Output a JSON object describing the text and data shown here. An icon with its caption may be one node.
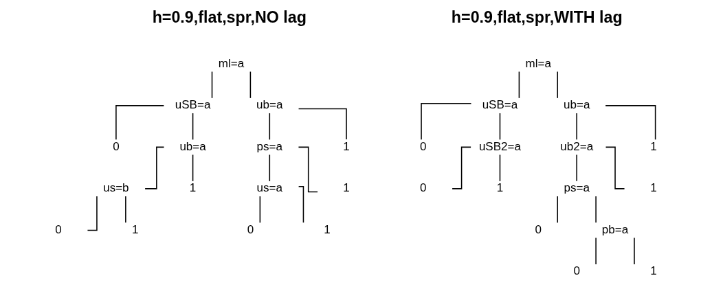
{
  "diagram": {
    "nodes": [
      {
        "text": [
          "ml=a"
        ]
      },
      {
        "text": [
          "uSB=a"
        ]
      },
      {
        "text": [
          "0"
        ]
      },
      {
        "text": [
          "ub=a"
        ]
      },
      {
        "text": [
          "us=b"
        ]
      },
      {
        "text": [
          "0"
        ]
      },
      {
        "text": [
          "1"
        ]
      },
      {
        "text": [
          "1"
        ]
      },
      {
        "text": [
          "ub=a"
        ]
      },
      {
        "text": [
          "ps=a"
        ]
      },
      {
        "text": [
          "us=a"
        ]
      },
      {
        "text": [
          "0"
        ]
      },
      {
        "text": [
          "1"
        ]
      },
      {
        "text": [
          "1"
        ]
      },
      {
        "text": [
          "1"
        ]
      },
      {
        "text": [
          "ml=a"
        ]
      },
      {
        "text": [
          "uSB=a"
        ]
      },
      {
        "text": [
          "0"
        ]
      },
      {
        "text": [
          "uSB2=a"
        ]
      },
      {
        "text": [
          "0"
        ]
      },
      {
        "text": [
          "1"
        ]
      },
      {
        "text": [
          "ub=a"
        ]
      },
      {
        "text": [
          "ub2=a"
        ]
      },
      {
        "text": [
          "ps=a"
        ]
      },
      {
        "text": [
          "0"
        ]
      },
      {
        "text": [
          "pb=a"
        ]
      },
      {
        "text": [
          "0"
        ]
      },
      {
        "text": [
          "1"
        ]
      },
      {
        "text": [
          "1"
        ]
      },
      {
        "text": [
          "1"
        ]
      }
    ],
    "edges": [
      {
        "from": 0,
        "to": 1,
        "arrow": "none"
      },
      {
        "from": 1,
        "to": 2,
        "arrow": "none"
      },
      {
        "from": 1,
        "to": 3,
        "arrow": "none"
      },
      {
        "from": 3,
        "to": 4,
        "arrow": "none"
      },
      {
        "from": 4,
        "to": 5,
        "arrow": "none"
      },
      {
        "from": 4,
        "to": 6,
        "arrow": "none"
      },
      {
        "from": 3,
        "to": 7,
        "arrow": "none"
      },
      {
        "from": 0,
        "to": 8,
        "arrow": "none"
      },
      {
        "from": 8,
        "to": 9,
        "arrow": "none"
      },
      {
        "from": 9,
        "to": 10,
        "arrow": "none"
      },
      {
        "from": 10,
        "to": 11,
        "arrow": "none"
      },
      {
        "from": 10,
        "to": 12,
        "arrow": "none"
      },
      {
        "from": 9,
        "to": 13,
        "arrow": "none"
      },
      {
        "from": 8,
        "to": 14,
        "arrow": "none"
      },
      {
        "from": 15,
        "to": 16,
        "arrow": "none"
      },
      {
        "from": 16,
        "to": 17,
        "arrow": "none"
      },
      {
        "from": 16,
        "to": 18,
        "arrow": "none"
      },
      {
        "from": 18,
        "to": 19,
        "arrow": "none"
      },
      {
        "from": 18,
        "to": 20,
        "arrow": "none"
      },
      {
        "from": 15,
        "to": 21,
        "arrow": "none"
      },
      {
        "from": 21,
        "to": 22,
        "arrow": "none"
      },
      {
        "from": 22,
        "to": 23,
        "arrow": "none"
      },
      {
        "from": 23,
        "to": 24,
        "arrow": "none"
      },
      {
        "from": 23,
        "to": 25,
        "arrow": "none"
      },
      {
        "from": 25,
        "to": 26,
        "arrow": "none"
      },
      {
        "from": 25,
        "to": 27,
        "arrow": "none"
      },
      {
        "from": 22,
        "to": 28,
        "arrow": "none"
      },
      {
        "from": 21,
        "to": 29,
        "arrow": "none"
      }
    ],
    "labels": [
      "h=0.9,flat,spr,NO lag",
      "h=0.9,flat,spr,WITH lag"
    ]
  }
}
